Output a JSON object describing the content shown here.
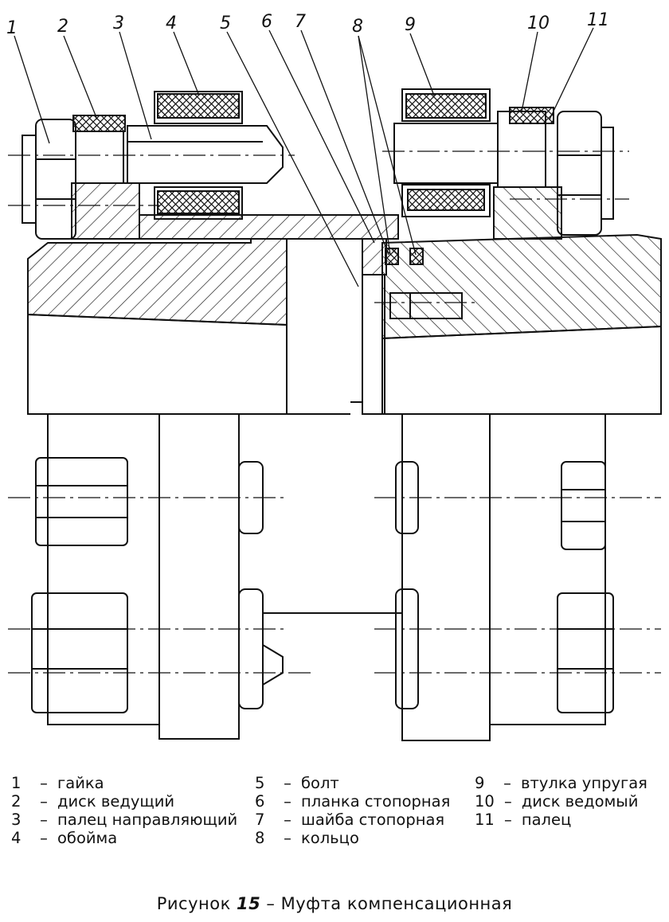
{
  "callouts": [
    "1",
    "2",
    "3",
    "4",
    "5",
    "6",
    "7",
    "8",
    "9",
    "10",
    "11"
  ],
  "legend": {
    "col1": [
      {
        "num": "1",
        "dash": "–",
        "text": "гайка"
      },
      {
        "num": "2",
        "dash": "–",
        "text": "диск ведущий"
      },
      {
        "num": "3",
        "dash": "–",
        "text": "палец направляющий"
      },
      {
        "num": "4",
        "dash": "–",
        "text": "обойма"
      }
    ],
    "col2": [
      {
        "num": "5",
        "dash": "–",
        "text": "болт"
      },
      {
        "num": "6",
        "dash": "–",
        "text": "планка стопорная"
      },
      {
        "num": "7",
        "dash": "–",
        "text": "шайба стопорная"
      },
      {
        "num": "8",
        "dash": "–",
        "text": "кольцо"
      }
    ],
    "col3": [
      {
        "num": "9",
        "dash": "–",
        "text": "втулка упругая"
      },
      {
        "num": "10",
        "dash": "–",
        "text": "диск ведомый"
      },
      {
        "num": "11",
        "dash": "–",
        "text": "палец"
      }
    ]
  },
  "caption": {
    "prefix": "Рисунок",
    "number": "15",
    "separator": "–",
    "title": "Муфта компенсационная"
  }
}
